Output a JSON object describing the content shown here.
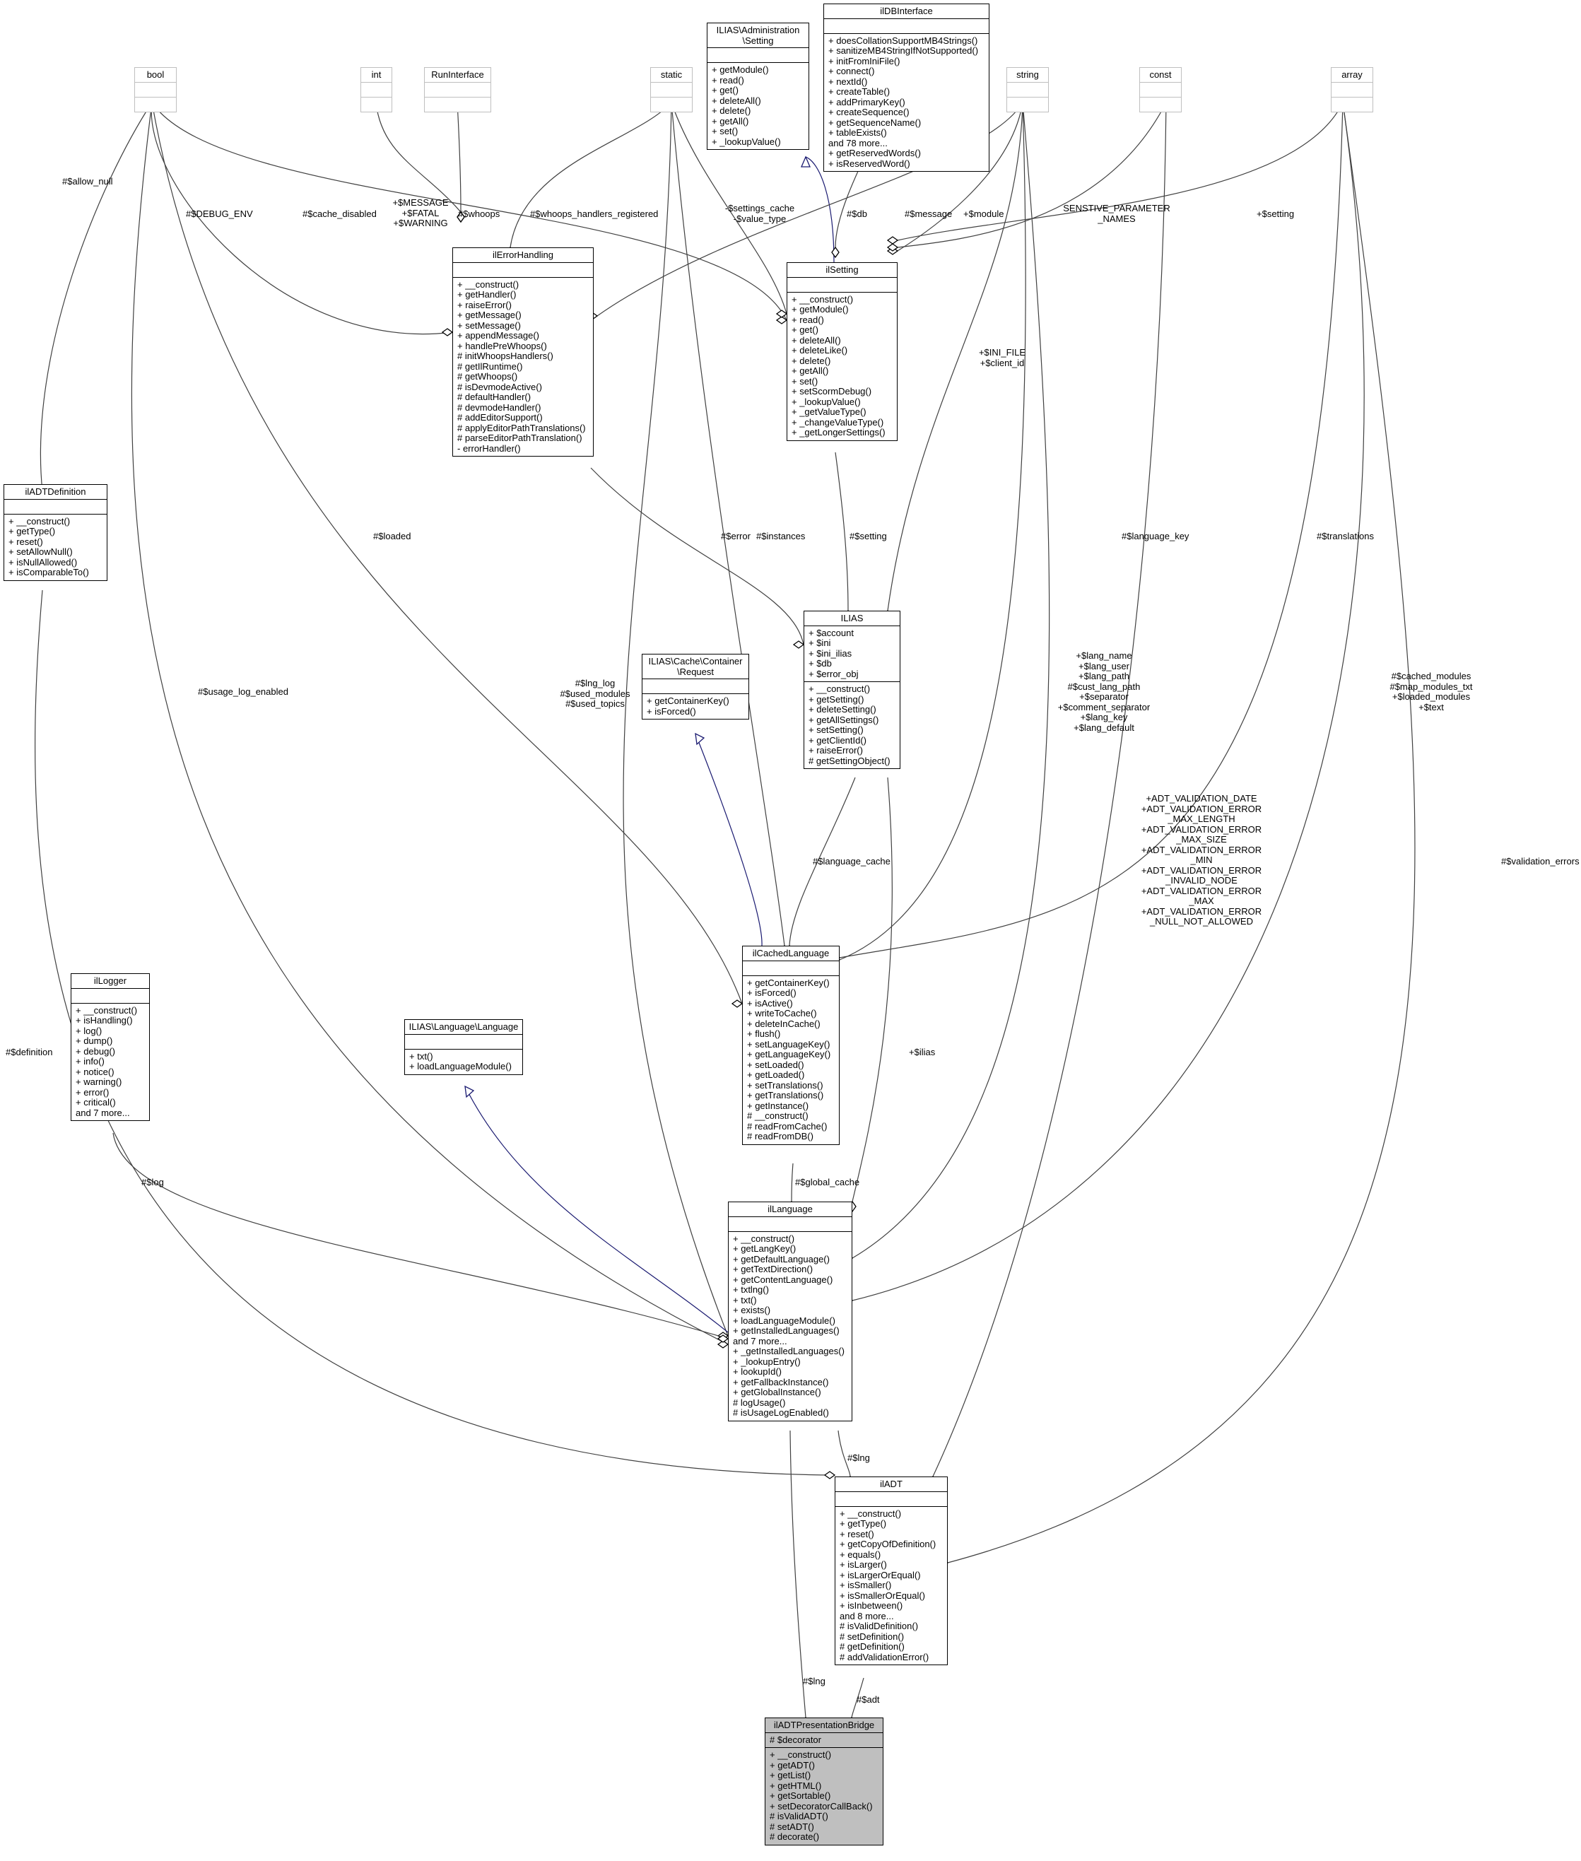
{
  "diagram": {
    "nodes": [
      {
        "id": "bool",
        "title": "bool",
        "attributes": [],
        "methods": [],
        "style": "gray"
      },
      {
        "id": "int",
        "title": "int",
        "attributes": [],
        "methods": [],
        "style": "gray"
      },
      {
        "id": "runinterface",
        "title": "RunInterface",
        "attributes": [],
        "methods": [],
        "style": "gray"
      },
      {
        "id": "static",
        "title": "static",
        "attributes": [],
        "methods": [],
        "style": "gray"
      },
      {
        "id": "setting_iface",
        "title": "ILIAS\\Administration\n\\Setting",
        "attributes": [],
        "methods": [
          "+ getModule()",
          "+ read()",
          "+ get()",
          "+ deleteAll()",
          "+ delete()",
          "+ getAll()",
          "+ set()",
          "+ _lookupValue()"
        ]
      },
      {
        "id": "ildbinterface",
        "title": "ilDBInterface",
        "attributes": [],
        "methods": [
          "+ doesCollationSupportMB4Strings()",
          "+ sanitizeMB4StringIfNotSupported()",
          "+ initFromIniFile()",
          "+ connect()",
          "+ nextId()",
          "+ createTable()",
          "+ addPrimaryKey()",
          "+ createSequence()",
          "+ getSequenceName()",
          "+ tableExists()",
          "and 78 more...",
          "+ getReservedWords()",
          "+ isReservedWord()"
        ]
      },
      {
        "id": "string",
        "title": "string",
        "attributes": [],
        "methods": [],
        "style": "gray"
      },
      {
        "id": "const",
        "title": "const",
        "attributes": [],
        "methods": [],
        "style": "gray"
      },
      {
        "id": "array",
        "title": "array",
        "attributes": [],
        "methods": [],
        "style": "gray"
      },
      {
        "id": "ilerrorhandling",
        "title": "ilErrorHandling",
        "attributes": [],
        "methods": [
          "+ __construct()",
          "+ getHandler()",
          "+ raiseError()",
          "+ getMessage()",
          "+ setMessage()",
          "+ appendMessage()",
          "+ handlePreWhoops()",
          "# initWhoopsHandlers()",
          "# getIlRuntime()",
          "# getWhoops()",
          "# isDevmodeActive()",
          "# defaultHandler()",
          "# devmodeHandler()",
          "# addEditorSupport()",
          "# applyEditorPathTranslations()",
          "# parseEditorPathTranslation()",
          "- errorHandler()"
        ]
      },
      {
        "id": "ilsetting",
        "title": "ilSetting",
        "attributes": [],
        "methods": [
          "+ __construct()",
          "+ getModule()",
          "+ read()",
          "+ get()",
          "+ deleteAll()",
          "+ deleteLike()",
          "+ delete()",
          "+ getAll()",
          "+ set()",
          "+ setScormDebug()",
          "+ _lookupValue()",
          "+ _getValueType()",
          "+ _changeValueType()",
          "+ _getLongerSettings()"
        ]
      },
      {
        "id": "iladtdefinition",
        "title": "ilADTDefinition",
        "attributes": [],
        "methods": [
          "+ __construct()",
          "+ getType()",
          "+ reset()",
          "+ setAllowNull()",
          "+ isNullAllowed()",
          "+ isComparableTo()"
        ]
      },
      {
        "id": "ilias",
        "title": "ILIAS",
        "attributes": [
          "+ $account",
          "+ $ini",
          "+ $ini_ilias",
          "+ $db",
          "+ $error_obj"
        ],
        "methods": [
          "+ __construct()",
          "+ getSetting()",
          "+ deleteSetting()",
          "+ getAllSettings()",
          "+ setSetting()",
          "+ getClientId()",
          "+ raiseError()",
          "# getSettingObject()"
        ]
      },
      {
        "id": "cache_request",
        "title": "ILIAS\\Cache\\Container\n\\Request",
        "attributes": [],
        "methods": [
          "+ getContainerKey()",
          "+ isForced()"
        ]
      },
      {
        "id": "ilcachedlanguage",
        "title": "ilCachedLanguage",
        "attributes": [],
        "methods": [
          "+ getContainerKey()",
          "+ isForced()",
          "+ isActive()",
          "+ writeToCache()",
          "+ deleteInCache()",
          "+ flush()",
          "+ setLanguageKey()",
          "+ getLanguageKey()",
          "+ setLoaded()",
          "+ getLoaded()",
          "+ setTranslations()",
          "+ getTranslations()",
          "+ getInstance()",
          "# __construct()",
          "# readFromCache()",
          "# readFromDB()"
        ]
      },
      {
        "id": "illogger",
        "title": "ilLogger",
        "attributes": [],
        "methods": [
          "+ __construct()",
          "+ isHandling()",
          "+ log()",
          "+ dump()",
          "+ debug()",
          "+ info()",
          "+ notice()",
          "+ warning()",
          "+ error()",
          "+ critical()",
          "and 7 more..."
        ]
      },
      {
        "id": "language_iface",
        "title": "ILIAS\\Language\\Language",
        "attributes": [],
        "methods": [
          "+ txt()",
          "+ loadLanguageModule()"
        ]
      },
      {
        "id": "illanguage",
        "title": "ilLanguage",
        "attributes": [],
        "methods": [
          "+ __construct()",
          "+ getLangKey()",
          "+ getDefaultLanguage()",
          "+ getTextDirection()",
          "+ getContentLanguage()",
          "+ txtlng()",
          "+ txt()",
          "+ exists()",
          "+ loadLanguageModule()",
          "+ getInstalledLanguages()",
          "and 7 more...",
          "+ _getInstalledLanguages()",
          "+ _lookupEntry()",
          "+ lookupId()",
          "+ getFallbackInstance()",
          "+ getGlobalInstance()",
          "# logUsage()",
          "# isUsageLogEnabled()"
        ]
      },
      {
        "id": "iladt",
        "title": "ilADT",
        "attributes": [],
        "methods": [
          "+ __construct()",
          "+ getType()",
          "+ reset()",
          "+ getCopyOfDefinition()",
          "+ equals()",
          "+ isLarger()",
          "+ isLargerOrEqual()",
          "+ isSmaller()",
          "+ isSmallerOrEqual()",
          "+ isInbetween()",
          "and 8 more...",
          "# isValidDefinition()",
          "# setDefinition()",
          "# getDefinition()",
          "# addValidationError()"
        ]
      },
      {
        "id": "iladtpresentationbridge",
        "title": "ilADTPresentationBridge",
        "attributes": [
          "# $decorator"
        ],
        "methods": [
          "+ __construct()",
          "+ getADT()",
          "+ getList()",
          "+ getHTML()",
          "+ getSortable()",
          "+ setDecoratorCallBack()",
          "# isValidADT()",
          "# setADT()",
          "# decorate()"
        ],
        "style": "focus"
      }
    ],
    "edge_labels": [
      {
        "id": "el_allow_null",
        "text": "#$allow_null"
      },
      {
        "id": "el_debug_env",
        "text": "#$DEBUG_ENV"
      },
      {
        "id": "el_cache_disabled",
        "text": "#$cache_disabled"
      },
      {
        "id": "el_message_consts",
        "text": "+$MESSAGE\n+$FATAL\n+$WARNING"
      },
      {
        "id": "el_whoops",
        "text": "#$whoops"
      },
      {
        "id": "el_whoops_reg",
        "text": "#$whoops_handlers_registered"
      },
      {
        "id": "el_settings_cache",
        "text": "-$settings_cache\n-$value_type"
      },
      {
        "id": "el_db",
        "text": "#$db"
      },
      {
        "id": "el_message",
        "text": "#$message"
      },
      {
        "id": "el_module",
        "text": "+$module"
      },
      {
        "id": "el_sensitive",
        "text": "SENSTIVE_PARAMETER\n_NAMES"
      },
      {
        "id": "el_setting_arr",
        "text": "+$setting"
      },
      {
        "id": "el_ini_file",
        "text": "+$INI_FILE\n+$client_id"
      },
      {
        "id": "el_loaded",
        "text": "#$loaded"
      },
      {
        "id": "el_error",
        "text": "#$error"
      },
      {
        "id": "el_instances",
        "text": "#$instances"
      },
      {
        "id": "el_setting",
        "text": "#$setting"
      },
      {
        "id": "el_language_key",
        "text": "#$language_key"
      },
      {
        "id": "el_translations",
        "text": "#$translations"
      },
      {
        "id": "el_usage_log",
        "text": "#$usage_log_enabled"
      },
      {
        "id": "el_lng_log",
        "text": "#$lng_log\n#$used_modules\n#$used_topics"
      },
      {
        "id": "el_lang_strings",
        "text": "+$lang_name\n+$lang_user\n+$lang_path\n#$cust_lang_path\n+$separator\n+$comment_separator\n+$lang_key\n+$lang_default"
      },
      {
        "id": "el_cached_modules",
        "text": "#$cached_modules\n#$map_modules_txt\n+$loaded_modules\n+$text"
      },
      {
        "id": "el_adt_consts",
        "text": "+ADT_VALIDATION_DATE\n+ADT_VALIDATION_ERROR\n_MAX_LENGTH\n+ADT_VALIDATION_ERROR\n_MAX_SIZE\n+ADT_VALIDATION_ERROR\n_MIN\n+ADT_VALIDATION_ERROR\n_INVALID_NODE\n+ADT_VALIDATION_ERROR\n_MAX\n+ADT_VALIDATION_ERROR\n_NULL_NOT_ALLOWED"
      },
      {
        "id": "el_language_cache",
        "text": "#$language_cache"
      },
      {
        "id": "el_validation_errors",
        "text": "#$validation_errors"
      },
      {
        "id": "el_definition",
        "text": "#$definition"
      },
      {
        "id": "el_ilias",
        "text": "+$ilias"
      },
      {
        "id": "el_log",
        "text": "#$log"
      },
      {
        "id": "el_global_cache",
        "text": "#$global_cache"
      },
      {
        "id": "el_lng_adt",
        "text": "#$lng"
      },
      {
        "id": "el_lng_bridge",
        "text": "#$lng"
      },
      {
        "id": "el_adt",
        "text": "#$adt"
      }
    ]
  }
}
